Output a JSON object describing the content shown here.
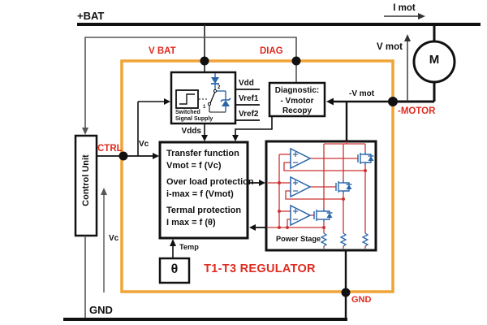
{
  "colors": {
    "accent_orange": "#F0A437",
    "label_red": "#DF2B20",
    "component_blue": "#2A65A8",
    "wire_red": "#CC3333",
    "wire_black": "#111111",
    "wire_gray": "#555555"
  },
  "rails": {
    "bat": "+BAT",
    "gnd": "GND"
  },
  "motor": {
    "symbol": "M",
    "i_mot": "I mot",
    "v_mot": "V mot",
    "neg_v_mot": "-V mot"
  },
  "pins": {
    "v_bat": "V BAT",
    "diag": "DIAG",
    "ctrl": "CTRL",
    "neg_motor": "-MOTOR",
    "gnd": "GND"
  },
  "control": {
    "unit": "Control Unit",
    "vc_wire": "Vc",
    "vc_annotation": "Vc"
  },
  "regulator": {
    "title": "T1-T3 REGULATOR",
    "switched_supply": {
      "line1": "Switched",
      "line2": "Signal Supply",
      "outputs": [
        "Vdd",
        "Vref1",
        "Vref2"
      ],
      "vdds": "Vdds",
      "switch_positions": [
        "2",
        "1"
      ]
    },
    "diagnostic": {
      "line1": "Diagnostic:",
      "line2": "- Vmotor",
      "line3": "Recopy"
    },
    "transfer": {
      "line1": "Transfer function",
      "line2": "Vmot = f (Vc)",
      "line3": "Over load protection",
      "line4": "i-max = f (Vmot)",
      "line5": "Termal protection",
      "line6": "I  max = f (θ)"
    },
    "power_stage": {
      "label": "Power Stage"
    },
    "temp_sensor": {
      "symbol": "θ",
      "temp": "Temp"
    }
  }
}
